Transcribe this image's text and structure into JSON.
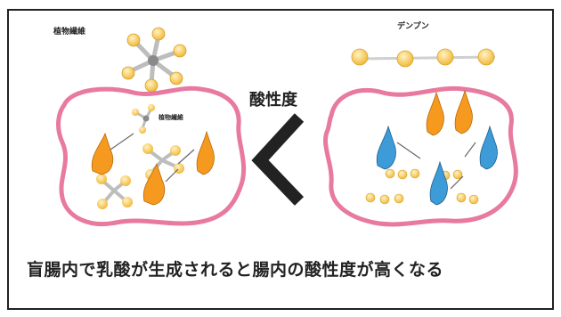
{
  "labels": {
    "fiber_top": "植物繊維",
    "fiber_inner": "植物繊維",
    "starch": "デンプン",
    "acidity": "酸性度",
    "caption": "盲腸内で乳酸が生成されると腸内の酸性度が高くなる"
  },
  "comparison": {
    "symbol": "<"
  },
  "colors": {
    "border": "#222222",
    "intestine_wall": "#e8799f",
    "particle": "#f4c24a",
    "fiber_node": "#bfbfbf",
    "bacteria_left": "#f59a1e",
    "bacteria_right_blue": "#3d9bd8",
    "bacteria_right_orange": "#f59a1e"
  }
}
